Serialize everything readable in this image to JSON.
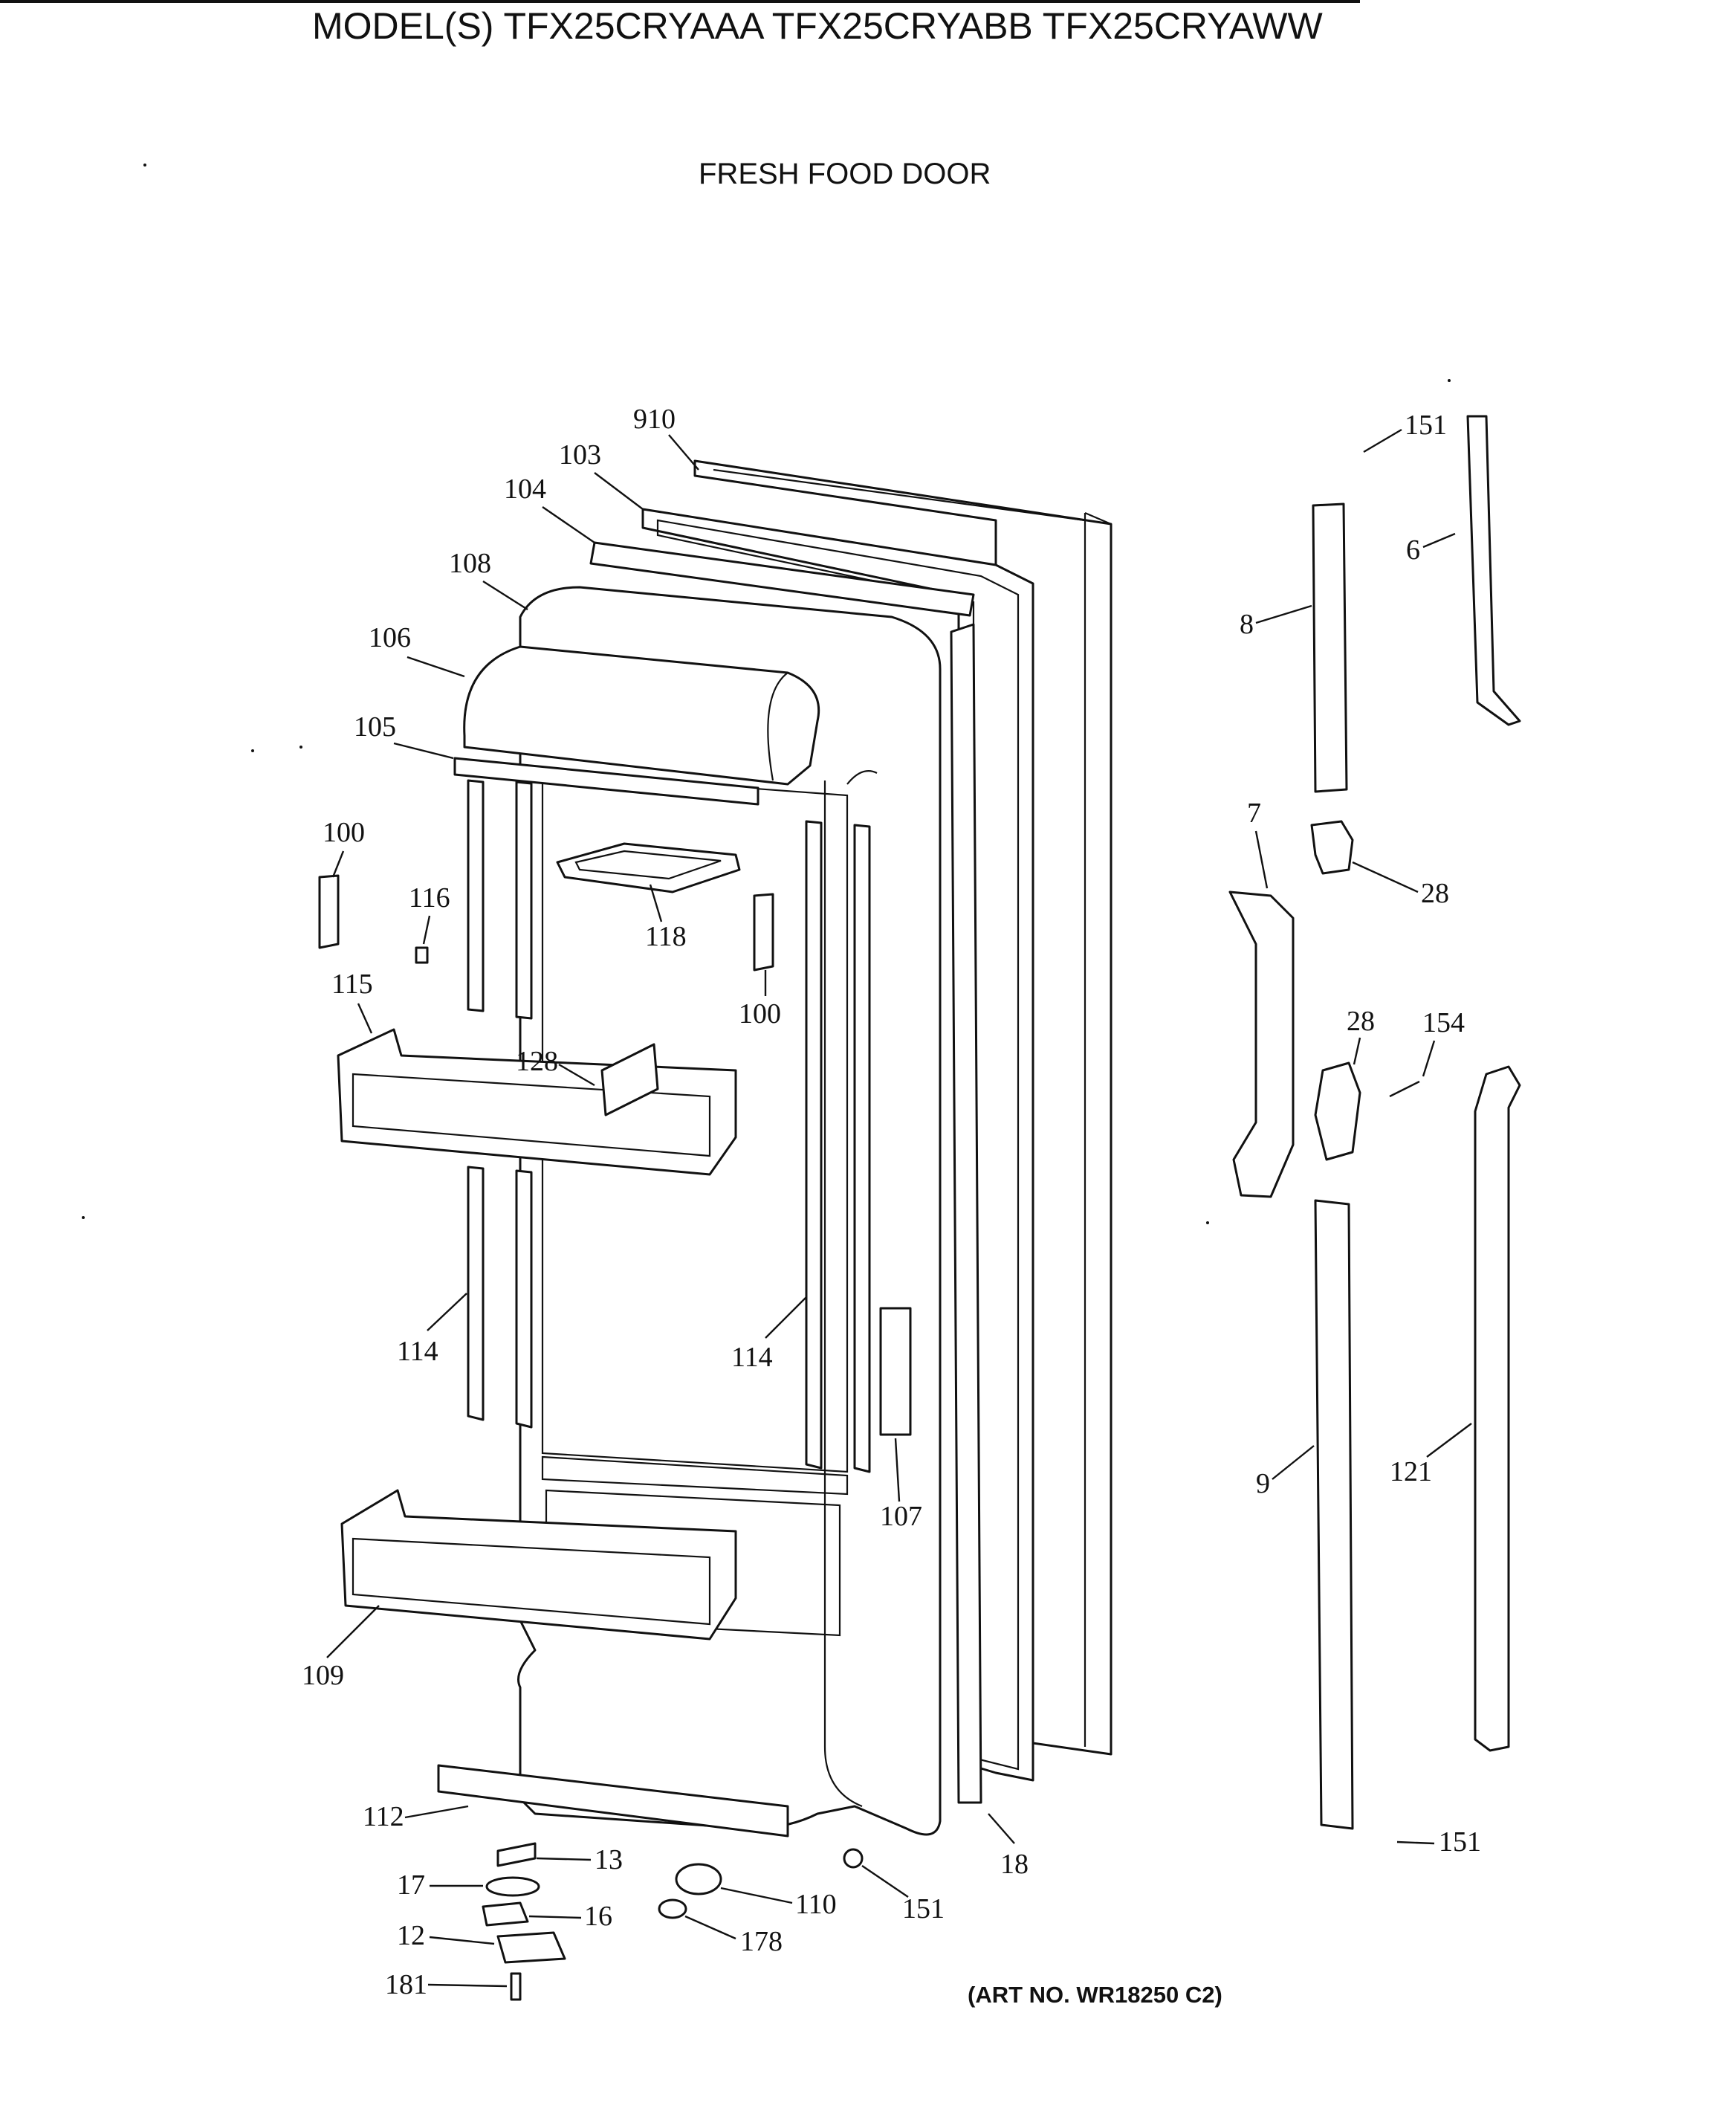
{
  "header": {
    "title": "MODEL(S) TFX25CRYAAA  TFX25CRYABB  TFX25CRYAWW",
    "subtitle": "FRESH FOOD DOOR"
  },
  "footer": {
    "art_number": "(ART NO. WR18250 C2)"
  },
  "callouts": [
    {
      "id": "c910",
      "text": "910"
    },
    {
      "id": "c103",
      "text": "103"
    },
    {
      "id": "c104",
      "text": "104"
    },
    {
      "id": "c108",
      "text": "108"
    },
    {
      "id": "c106",
      "text": "106"
    },
    {
      "id": "c105",
      "text": "105"
    },
    {
      "id": "c100a",
      "text": "100"
    },
    {
      "id": "c116",
      "text": "116"
    },
    {
      "id": "c118",
      "text": "118"
    },
    {
      "id": "c100b",
      "text": "100"
    },
    {
      "id": "c115",
      "text": "115"
    },
    {
      "id": "c128",
      "text": "128"
    },
    {
      "id": "c114a",
      "text": "114"
    },
    {
      "id": "c114b",
      "text": "114"
    },
    {
      "id": "c107",
      "text": "107"
    },
    {
      "id": "c109",
      "text": "109"
    },
    {
      "id": "c112",
      "text": "112"
    },
    {
      "id": "c13",
      "text": "13"
    },
    {
      "id": "c17",
      "text": "17"
    },
    {
      "id": "c16",
      "text": "16"
    },
    {
      "id": "c12",
      "text": "12"
    },
    {
      "id": "c181",
      "text": "181"
    },
    {
      "id": "c110",
      "text": "110"
    },
    {
      "id": "c178",
      "text": "178"
    },
    {
      "id": "c151a",
      "text": "151"
    },
    {
      "id": "c18",
      "text": "18"
    },
    {
      "id": "c151b",
      "text": "151"
    },
    {
      "id": "c6",
      "text": "6"
    },
    {
      "id": "c8",
      "text": "8"
    },
    {
      "id": "c7",
      "text": "7"
    },
    {
      "id": "c28a",
      "text": "28"
    },
    {
      "id": "c28b",
      "text": "28"
    },
    {
      "id": "c154",
      "text": "154"
    },
    {
      "id": "c9",
      "text": "9"
    },
    {
      "id": "c121",
      "text": "121"
    },
    {
      "id": "c151c",
      "text": "151"
    }
  ]
}
